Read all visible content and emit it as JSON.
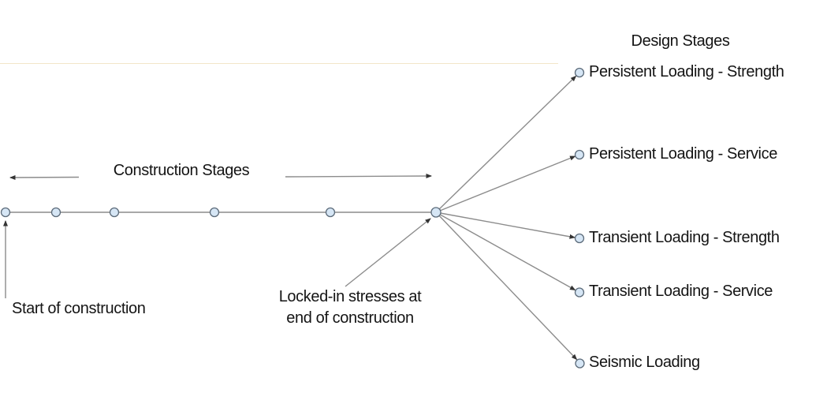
{
  "diagram": {
    "title": "Design Stages",
    "construction": {
      "axis_label": "Construction Stages",
      "start_label": "Start of construction",
      "locked_in_line1": "Locked-in stresses at",
      "locked_in_line2": "end of construction",
      "stage_node_count": 6
    },
    "design_stages": [
      {
        "label": "Persistent Loading - Strength"
      },
      {
        "label": "Persistent Loading - Service"
      },
      {
        "label": "Transient Loading - Strength"
      },
      {
        "label": "Transient Loading - Service"
      },
      {
        "label": "Seismic Loading"
      }
    ],
    "colors": {
      "node_fill": "#d6e6f5",
      "node_stroke": "#5c6b7a",
      "connector_line": "#8c8c8c",
      "arrowhead": "#333333",
      "text": "#141414",
      "top_rule": "#f2e6c9"
    }
  }
}
